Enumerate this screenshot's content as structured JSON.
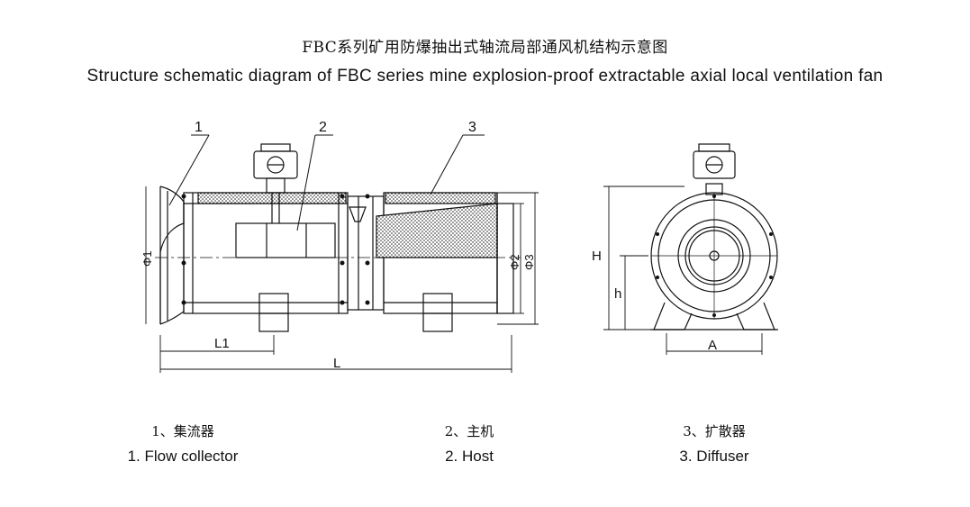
{
  "title_cn": "FBC系列矿用防爆抽出式轴流局部通风机结构示意图",
  "title_en": "Structure schematic diagram of FBC series mine explosion-proof extractable axial local ventilation fan",
  "callouts": [
    "1",
    "2",
    "3"
  ],
  "dimensions": {
    "phi1": "Φ1",
    "phi2": "Φ2",
    "phi3": "Φ3",
    "L1": "L1",
    "L": "L",
    "H": "H",
    "h": "h",
    "A": "A"
  },
  "legend": [
    {
      "cn": "1、集流器",
      "en": "1. Flow collector"
    },
    {
      "cn": "2、主机",
      "en": "2. Host"
    },
    {
      "cn": "3、扩散器",
      "en": "3. Diffuser"
    }
  ]
}
